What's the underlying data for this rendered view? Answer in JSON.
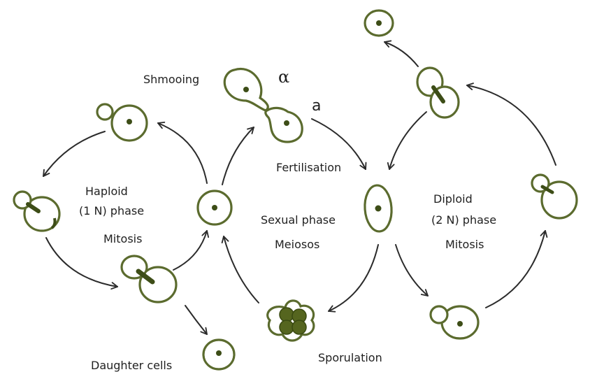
{
  "labels": {
    "shmooing": "Shmooing",
    "alpha": "α",
    "a": "a",
    "fertilisation": "Fertilisation",
    "haploid_line1": "Haploid",
    "haploid_line2": "(1 N) phase",
    "mitosis_left": "Mitosis",
    "sexual_phase": "Sexual phase",
    "meiosis": "Meiosos",
    "diploid_line1": "Diploid",
    "diploid_line2": "(2 N) phase",
    "mitosis_right": "Mitosis",
    "daughter_cells": "Daughter cells",
    "sporulation": "Sporulation"
  },
  "colors": {
    "cell_outline": "#5b6b2e",
    "nucleus": "#3d4d17",
    "spore": "#55651f",
    "arrow": "#2b2b2b",
    "text": "#1f1f1f"
  }
}
